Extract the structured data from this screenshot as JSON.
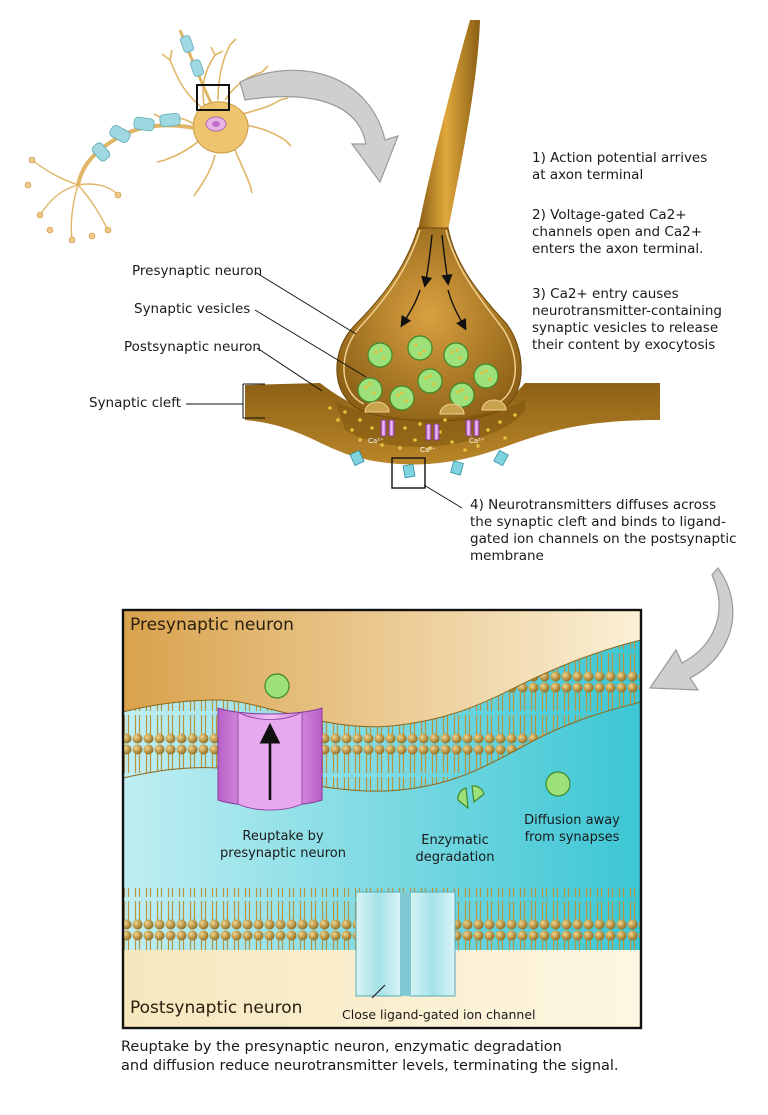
{
  "steps": [
    "1) Action potential arrives\nat axon terminal",
    "2) Voltage-gated Ca2+\nchannels open and Ca2+\nenters the axon terminal.",
    "3) Ca2+ entry causes\nneurotransmitter-containing\nsynaptic vesicles to release\ntheir content by exocytosis",
    "4) Neurotransmitters diffuses across\nthe synaptic cleft and binds to ligand-\ngated ion channels on the postsynaptic\nmembrane"
  ],
  "labels": {
    "presynaptic": "Presynaptic neuron",
    "vesicles": "Synaptic vesicles",
    "postsynaptic": "Postsynaptic neuron",
    "cleft": "Synaptic cleft",
    "ca_left": "Ca²⁺",
    "ca_mid": "Ca²⁺",
    "ca_right": "Ca²⁺"
  },
  "inset": {
    "top_label": "Presynaptic neuron",
    "bottom_label": "Postsynaptic neuron",
    "reuptake": "Reuptake by\npresynaptic neuron",
    "enzymatic": "Enzymatic\ndegradation",
    "diffusion": "Diffusion away\nfrom synapses",
    "channel": "Close ligand-gated ion channel"
  },
  "caption": "Reuptake by the presynaptic neuron, enzymatic degradation\nand diffusion reduce neurotransmitter levels, terminating the signal.",
  "colors": {
    "neuron_gold": "#c8902a",
    "neuron_dark": "#7a5410",
    "vesicle_green": "#9ee07a",
    "cleft_cyan": "#3ec7d4",
    "channel_pink": "#d68be0",
    "channel_cyan": "#a8e6ea",
    "myelin": "#9fd8e0"
  }
}
